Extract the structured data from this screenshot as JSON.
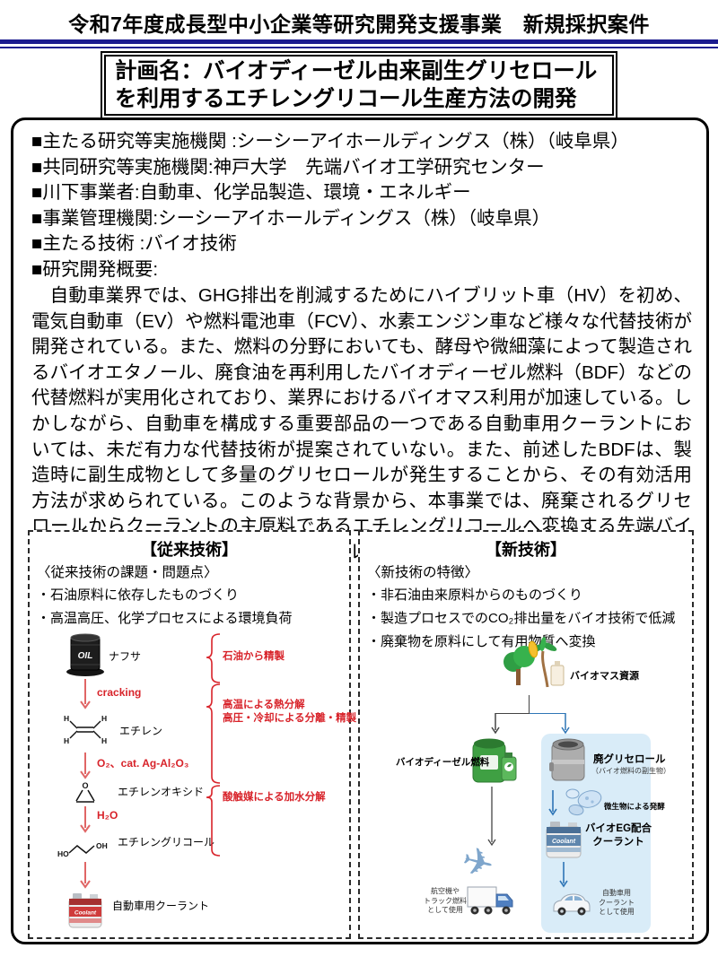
{
  "header": {
    "title": "令和7年度成長型中小企業等研究開発支援事業　新規採択案件"
  },
  "plan": {
    "line1": "計画名：バイオディーゼル由来副生グリセロール",
    "line2": "を利用するエチレングリコール生産方法の開発"
  },
  "overview": {
    "items": [
      "■主たる研究等実施機関 :シーシーアイホールディングス（株）（岐阜県）",
      "■共同研究等実施機関:神戸大学　先端バイオ工学研究センター",
      "■川下事業者:自動車、化学品製造、環境・エネルギー",
      "■事業管理機関:シーシーアイホールディングス（株）（岐阜県）",
      "■主たる技術 :バイオ技術",
      "■研究開発概要:"
    ],
    "paragraph": "　自動車業界では、GHG排出を削減するためにハイブリット車（HV）を初め、電気自動車（EV）や燃料電池車（FCV）、水素エンジン車など様々な代替技術が開発されている。また、燃料の分野においても、酵母や微細藻によって製造されるバイオエタノール、廃食油を再利用したバイオディーゼル燃料（BDF）などの代替燃料が実用化されており、業界におけるバイオマス利用が加速している。しかしながら、自動車を構成する重要部品の一つである自動車用クーラントにおいては、未だ有力な代替技術が提案されていない。また、前述したBDFは、製造時に副生成物として多量のグリセロールが発生することから、その有効活用方法が求められている。このような背景から、本事業では、廃棄されるグリセロールからクーラントの主原料であるエチレングリコールへ変換する先端バイオ技術を開発し、カーボンニュートラルかつ、環境調和型社会の実現を目指す。"
  },
  "conventional": {
    "title": "【従来技術】",
    "subtitle": "〈従来技術の課題・問題点〉",
    "issues": [
      "・石油原料に依存したものづくり",
      "・高温高圧、化学プロセスによる環境負荷"
    ],
    "flow": {
      "naphtha": "ナフサ",
      "cracking": "cracking",
      "ethylene": "エチレン",
      "oxidation": "O₂、cat. Ag-Al₂O₃",
      "ethylene_oxide": "エチレンオキシド",
      "hydration": "H₂O",
      "ethylene_glycol": "エチレングリコール",
      "coolant": "自動車用クーラント",
      "oil_text": "OIL",
      "coolant_text": "Coolant",
      "atom_h": "H",
      "atom_o": "O",
      "group_ho": "HO",
      "group_oh": "OH"
    },
    "annotations": {
      "refine": "石油から精製",
      "thermal1": "高温による熱分解",
      "thermal2": "高圧・冷却による分離・精製",
      "hydrolysis": "酸触媒による加水分解"
    }
  },
  "new_tech": {
    "title": "【新技術】",
    "subtitle": "〈新技術の特徴〉",
    "features": [
      "・非石油由来原料からのものづくり",
      "・製造プロセスでのCO₂排出量をバイオ技術で低減",
      "・廃棄物を原料にして有用物質へ変換"
    ],
    "flow": {
      "biomass": "バイオマス資源",
      "biodiesel": "バイオディーゼル燃料",
      "glycerol": "廃グリセロール",
      "glycerol_note": "（バイオ燃料の副生物）",
      "fermentation": "微生物による発酵",
      "bio_eg": [
        "バイオEG配合",
        "クーラント"
      ],
      "coolant_text": "Coolant",
      "fuel_use": [
        "航空機や",
        "トラック燃料",
        "として使用"
      ],
      "coolant_use": [
        "自動車用",
        "クーラント",
        "として使用"
      ]
    }
  },
  "icons": {
    "airplane": "✈"
  },
  "colors": {
    "navy": "#1b1b8e",
    "red": "#d8232a",
    "arrow_red": "#e06666",
    "arrow_blue": "#2e75b6",
    "panel_blue": "#d9ecf8"
  }
}
